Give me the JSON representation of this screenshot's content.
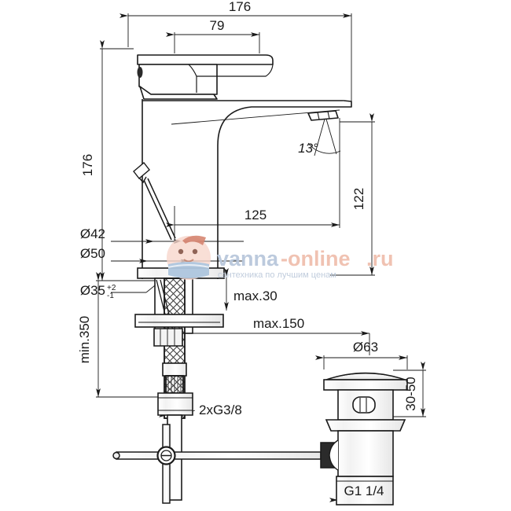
{
  "document": {
    "type": "technical-drawing",
    "subject": "basin mixer tap with pop-up waste",
    "line_color": "#1a1a1a",
    "background_color": "#ffffff"
  },
  "dimensions": {
    "overall_width": "176",
    "handle_width": "79",
    "overall_height": "176",
    "spout_height": "122",
    "spout_reach": "125",
    "spout_angle": "13°",
    "collar_dia": "Ø42",
    "base_dia": "Ø50",
    "hole_dia": "Ø35",
    "hole_dia_tol_upper": "+2",
    "hole_dia_tol_lower": "-1",
    "max_thickness": "max.30",
    "min_hose_length": "min.350",
    "max_rod_distance": "max.150",
    "connection_thread": "2xG3/8",
    "waste_cap_dia": "Ø63",
    "waste_height_range": "30-50",
    "waste_thread": "G1 1/4"
  },
  "watermark": {
    "word1": "vanna",
    "word2": "-online",
    "word3": ".ru",
    "tagline": "сантехника по лучшим ценам",
    "color_blue": "#b9c8dc",
    "color_salmon": "#f0c0b0",
    "tagline_color": "#bdcadb",
    "logo_face_color": "#f6cfc4",
    "logo_tub_color": "#aec6de",
    "logo_hair_color": "#d4806a"
  }
}
